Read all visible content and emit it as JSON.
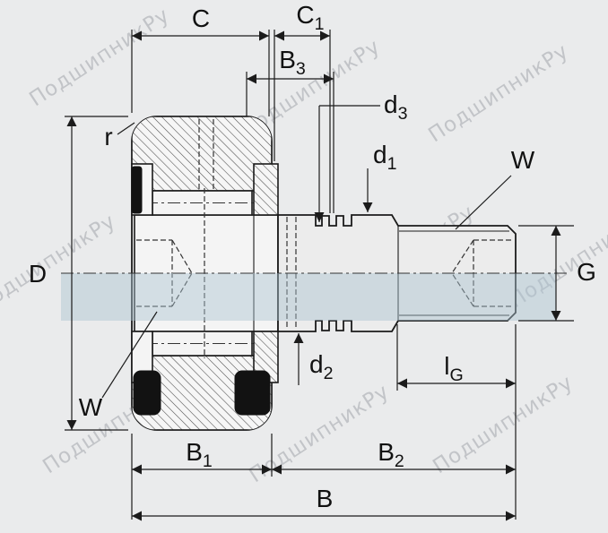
{
  "watermark": {
    "text": "ПодшипникРу"
  },
  "labels": {
    "C": "C",
    "C1": {
      "main": "C",
      "sub": "1"
    },
    "B3": {
      "main": "B",
      "sub": "3"
    },
    "d3": {
      "main": "d",
      "sub": "3"
    },
    "d1": {
      "main": "d",
      "sub": "1"
    },
    "W_top": "W",
    "r": "r",
    "D": "D",
    "G": "G",
    "d2": {
      "main": "d",
      "sub": "2"
    },
    "lG": {
      "main": "l",
      "sub": "G"
    },
    "W_bottom": "W",
    "B1": {
      "main": "B",
      "sub": "1"
    },
    "B2": {
      "main": "B",
      "sub": "2"
    },
    "B": "B"
  },
  "colors": {
    "bg": "#eaebec",
    "line": "#1b1b1b",
    "metal": "#ececec",
    "band": "#aac4d0",
    "seal": "#121212",
    "wm": "#a2a6ab"
  }
}
